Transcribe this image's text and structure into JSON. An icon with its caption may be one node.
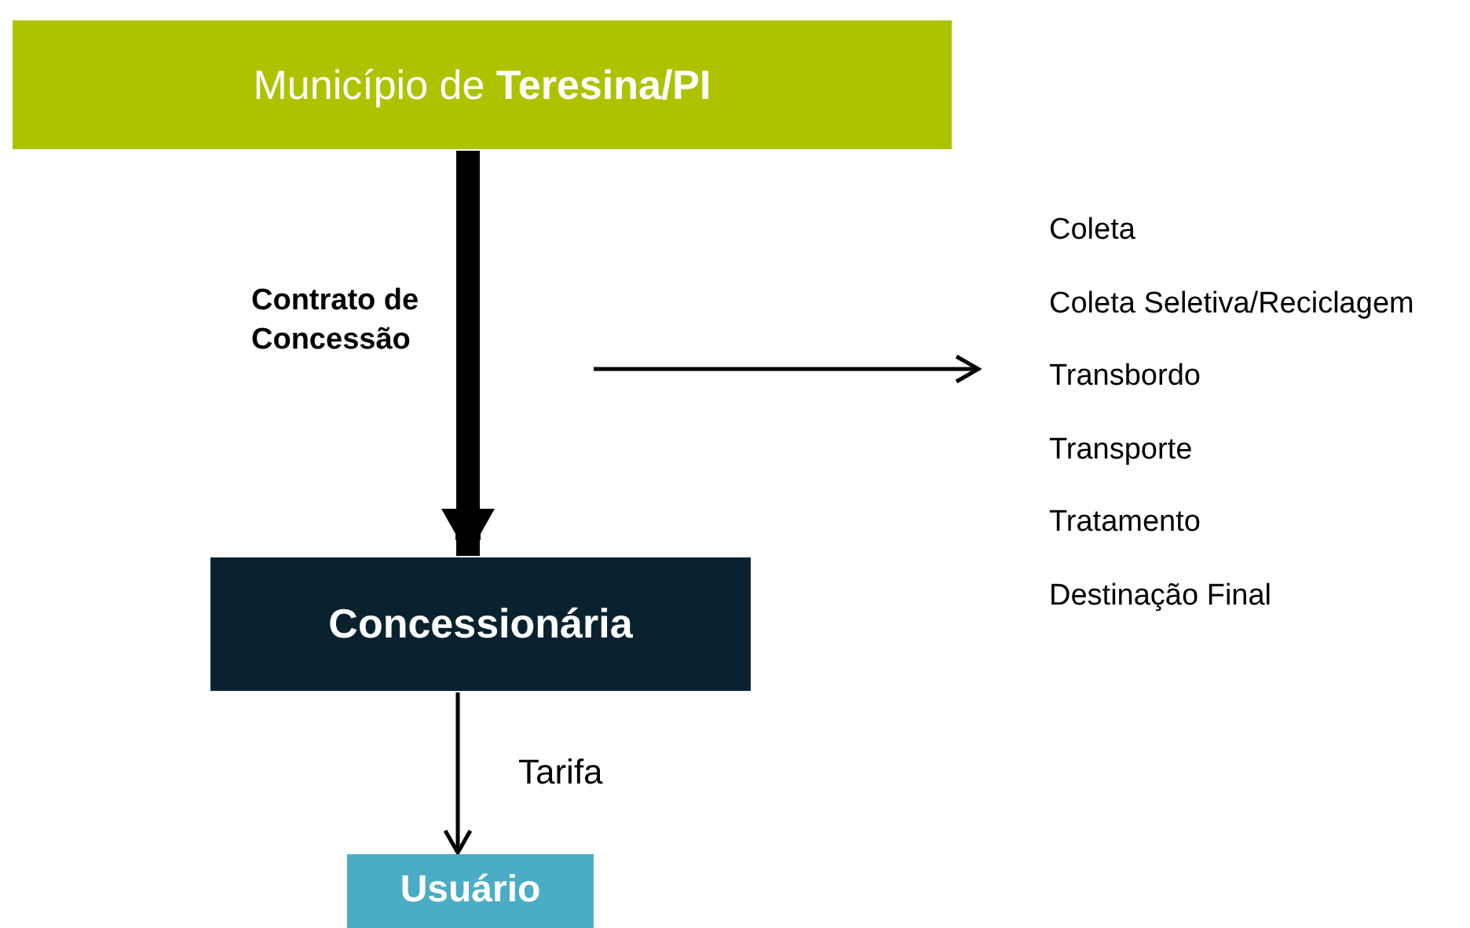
{
  "diagram": {
    "nodes": [
      {
        "text": [
          "Município de **Teresina/PI**"
        ]
      },
      {
        "text": [
          "Concessionária"
        ]
      },
      {
        "text": [
          "Usuário"
        ]
      },
      {
        "text": [
          "Coleta",
          "Coleta Seletiva/Reciclagem",
          "Transbordo",
          "Transporte",
          "Tratamento",
          "Destinação Final"
        ]
      }
    ],
    "edges": [
      {
        "from": 0,
        "to": 1,
        "arrow": "to",
        "label": "Contrato de Concessão",
        "style": "thick"
      },
      {
        "from": 1,
        "to": 2,
        "arrow": "to",
        "label": "Tarifa"
      },
      {
        "from": null,
        "to": 3,
        "arrow": "to"
      }
    ]
  }
}
